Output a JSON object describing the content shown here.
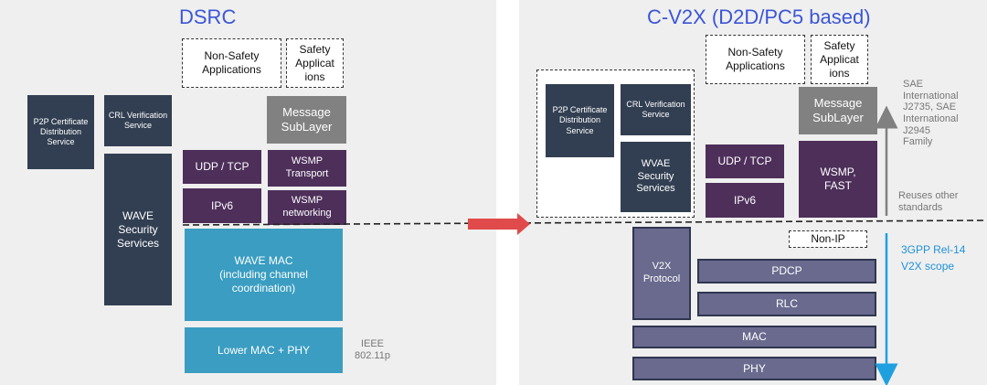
{
  "left": {
    "title": "DSRC",
    "non_safety": "Non-Safety\nApplications",
    "safety": "Safety\nApplicat\nions",
    "p2p": "P2P Certificate\nDistribution\nService",
    "crl": "CRL Verification\nService",
    "message": "Message\nSubLayer",
    "udp": "UDP  /  TCP",
    "wsmp_transport": "WSMP\nTransport",
    "ipv6": "IPv6",
    "wsmp_networking": "WSMP\nnetworking",
    "wave_security": "WAVE\nSecurity\nServices",
    "wave_mac": "WAVE MAC\n(including channel\ncoordination)",
    "lower_mac": "Lower MAC + PHY",
    "ieee": "IEEE\n802.11p"
  },
  "right": {
    "title": "C-V2X (D2D/PC5 based)",
    "non_safety": "Non-Safety\nApplications",
    "safety": "Safety\nApplicat\nions",
    "p2p": "P2P Certificate\nDistribution\nService",
    "crl": "CRL Verification\nService",
    "wvae": "WVAE\nSecurity\nServices",
    "message": "Message\nSubLayer",
    "udp": "UDP  /  TCP",
    "ipv6": "IPv6",
    "wsmp_fast": "WSMP,\nFAST",
    "sae": "SAE\nInternational\nJ2735, SAE\nInternational\nJ2945\nFamily",
    "reuses": "Reuses other\nstandards",
    "non_ip": "Non-IP",
    "v2x_protocol": "V2X\nProtocol",
    "pdcp": "PDCP",
    "rlc": "RLC",
    "mac": "MAC",
    "phy": "PHY",
    "gpp_line1": "3GPP Rel-14",
    "gpp_line2": "V2X scope"
  },
  "colors": {
    "title_blue": "#3b56d6",
    "navy": "#323f52",
    "purple": "#4d2f5a",
    "gray": "#818181",
    "teal": "#3a9dc1",
    "slate": "#696a8e",
    "arrow_red": "#e04a4a",
    "scope_blue": "#1f92d8"
  }
}
